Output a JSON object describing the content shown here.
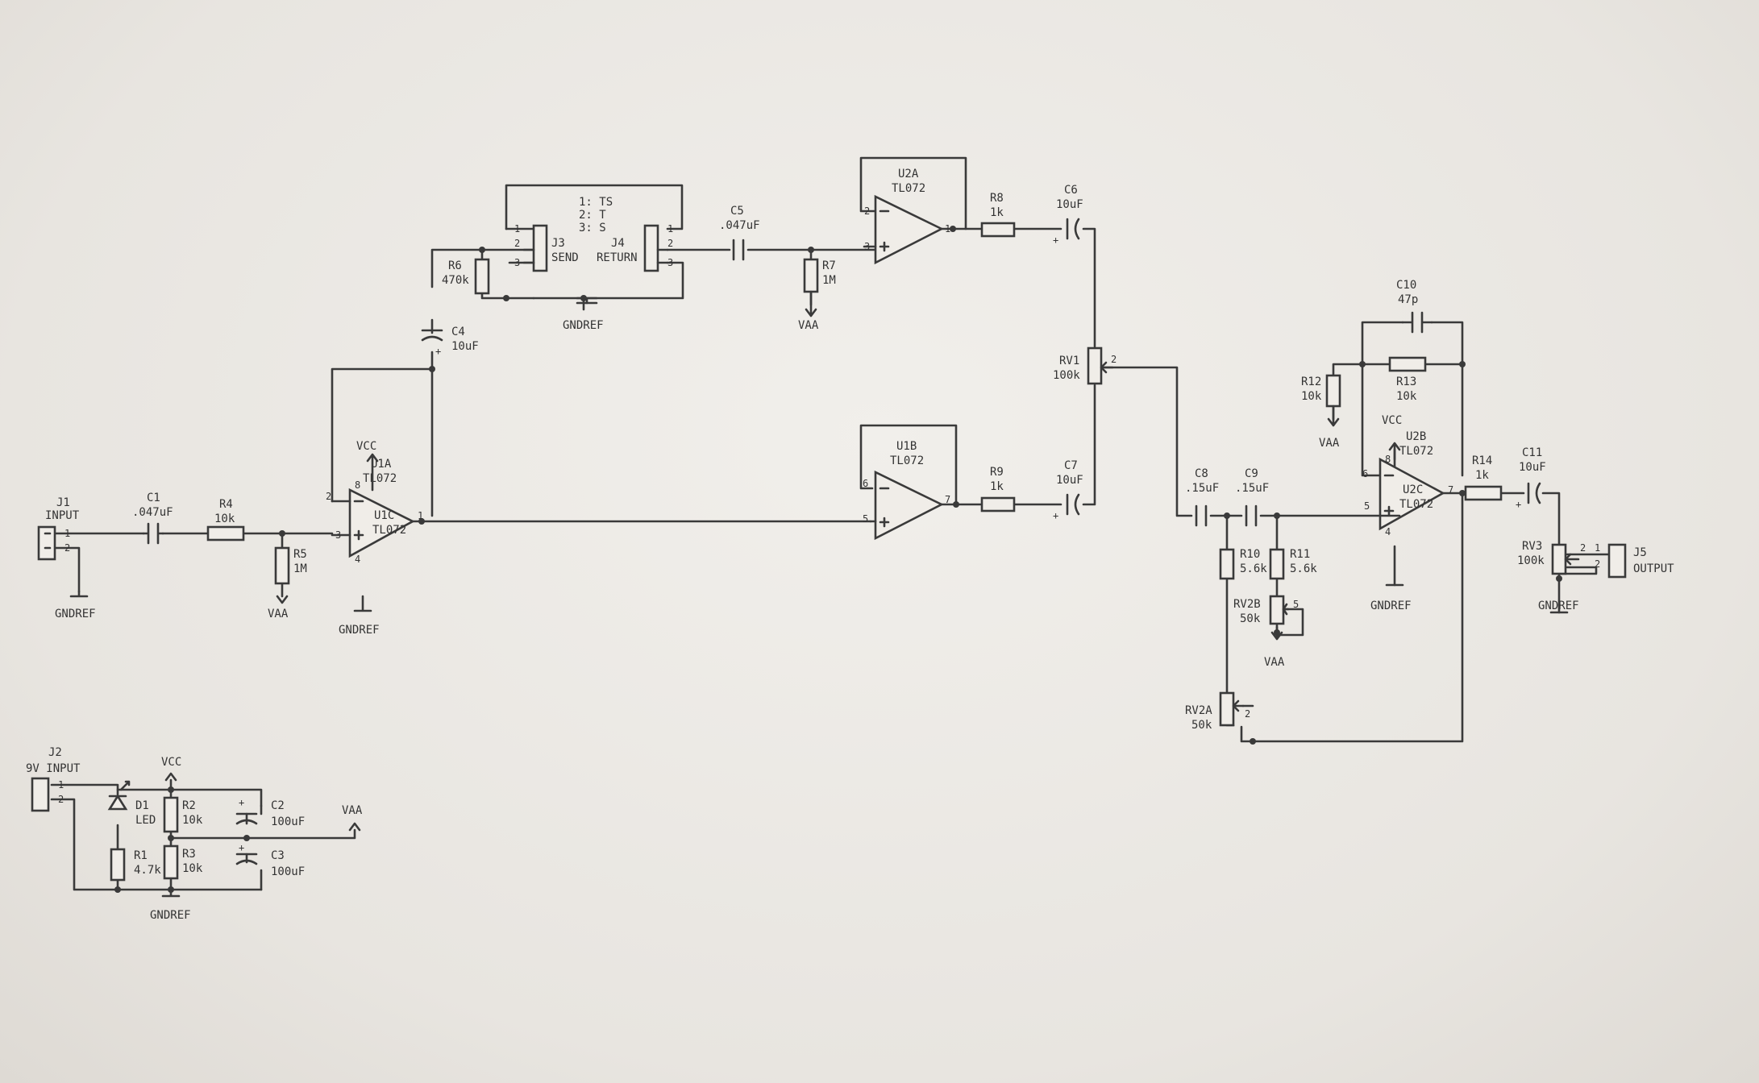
{
  "components": {
    "J1": {
      "ref": "J1",
      "value": "INPUT"
    },
    "J2": {
      "ref": "J2",
      "value": "9V INPUT"
    },
    "J3": {
      "ref": "J3",
      "value": "SEND"
    },
    "J4": {
      "ref": "J4",
      "value": "RETURN"
    },
    "J5": {
      "ref": "J5",
      "value": "OUTPUT"
    },
    "C1": {
      "ref": "C1",
      "value": ".047uF"
    },
    "C2": {
      "ref": "C2",
      "value": "100uF"
    },
    "C3": {
      "ref": "C3",
      "value": "100uF"
    },
    "C4": {
      "ref": "C4",
      "value": "10uF"
    },
    "C5": {
      "ref": "C5",
      "value": ".047uF"
    },
    "C6": {
      "ref": "C6",
      "value": "10uF"
    },
    "C7": {
      "ref": "C7",
      "value": "10uF"
    },
    "C8": {
      "ref": "C8",
      "value": ".15uF"
    },
    "C9": {
      "ref": "C9",
      "value": ".15uF"
    },
    "C10": {
      "ref": "C10",
      "value": "47p"
    },
    "C11": {
      "ref": "C11",
      "value": "10uF"
    },
    "R1": {
      "ref": "R1",
      "value": "4.7k"
    },
    "R2": {
      "ref": "R2",
      "value": "10k"
    },
    "R3": {
      "ref": "R3",
      "value": "10k"
    },
    "R4": {
      "ref": "R4",
      "value": "10k"
    },
    "R5": {
      "ref": "R5",
      "value": "1M"
    },
    "R6": {
      "ref": "R6",
      "value": "470k"
    },
    "R7": {
      "ref": "R7",
      "value": "1M"
    },
    "R8": {
      "ref": "R8",
      "value": "1k"
    },
    "R9": {
      "ref": "R9",
      "value": "1k"
    },
    "R10": {
      "ref": "R10",
      "value": "5.6k"
    },
    "R11": {
      "ref": "R11",
      "value": "5.6k"
    },
    "R12": {
      "ref": "R12",
      "value": "10k"
    },
    "R13": {
      "ref": "R13",
      "value": "10k"
    },
    "R14": {
      "ref": "R14",
      "value": "1k"
    },
    "RV1": {
      "ref": "RV1",
      "value": "100k"
    },
    "RV2A": {
      "ref": "RV2A",
      "value": "50k"
    },
    "RV2B": {
      "ref": "RV2B",
      "value": "50k"
    },
    "RV3": {
      "ref": "RV3",
      "value": "100k"
    },
    "D1": {
      "ref": "D1",
      "value": "LED"
    },
    "U1A": {
      "ref": "U1A",
      "value": "TL072"
    },
    "U1B": {
      "ref": "U1B",
      "value": "TL072"
    },
    "U1C": {
      "ref": "U1C",
      "value": "TL072"
    },
    "U2A": {
      "ref": "U2A",
      "value": "TL072"
    },
    "U2B": {
      "ref": "U2B",
      "value": "TL072"
    },
    "U2C": {
      "ref": "U2C",
      "value": "TL072"
    }
  },
  "nets": {
    "gndref": "GNDREF",
    "vaa": "VAA",
    "vcc": "VCC"
  },
  "jack_legend": [
    "1: TS",
    "2: T",
    "3: S"
  ],
  "pins": {
    "p1": "1",
    "p2": "2",
    "p3": "3",
    "p4": "4",
    "p5": "5",
    "p6": "6",
    "p7": "7",
    "p8": "8"
  }
}
